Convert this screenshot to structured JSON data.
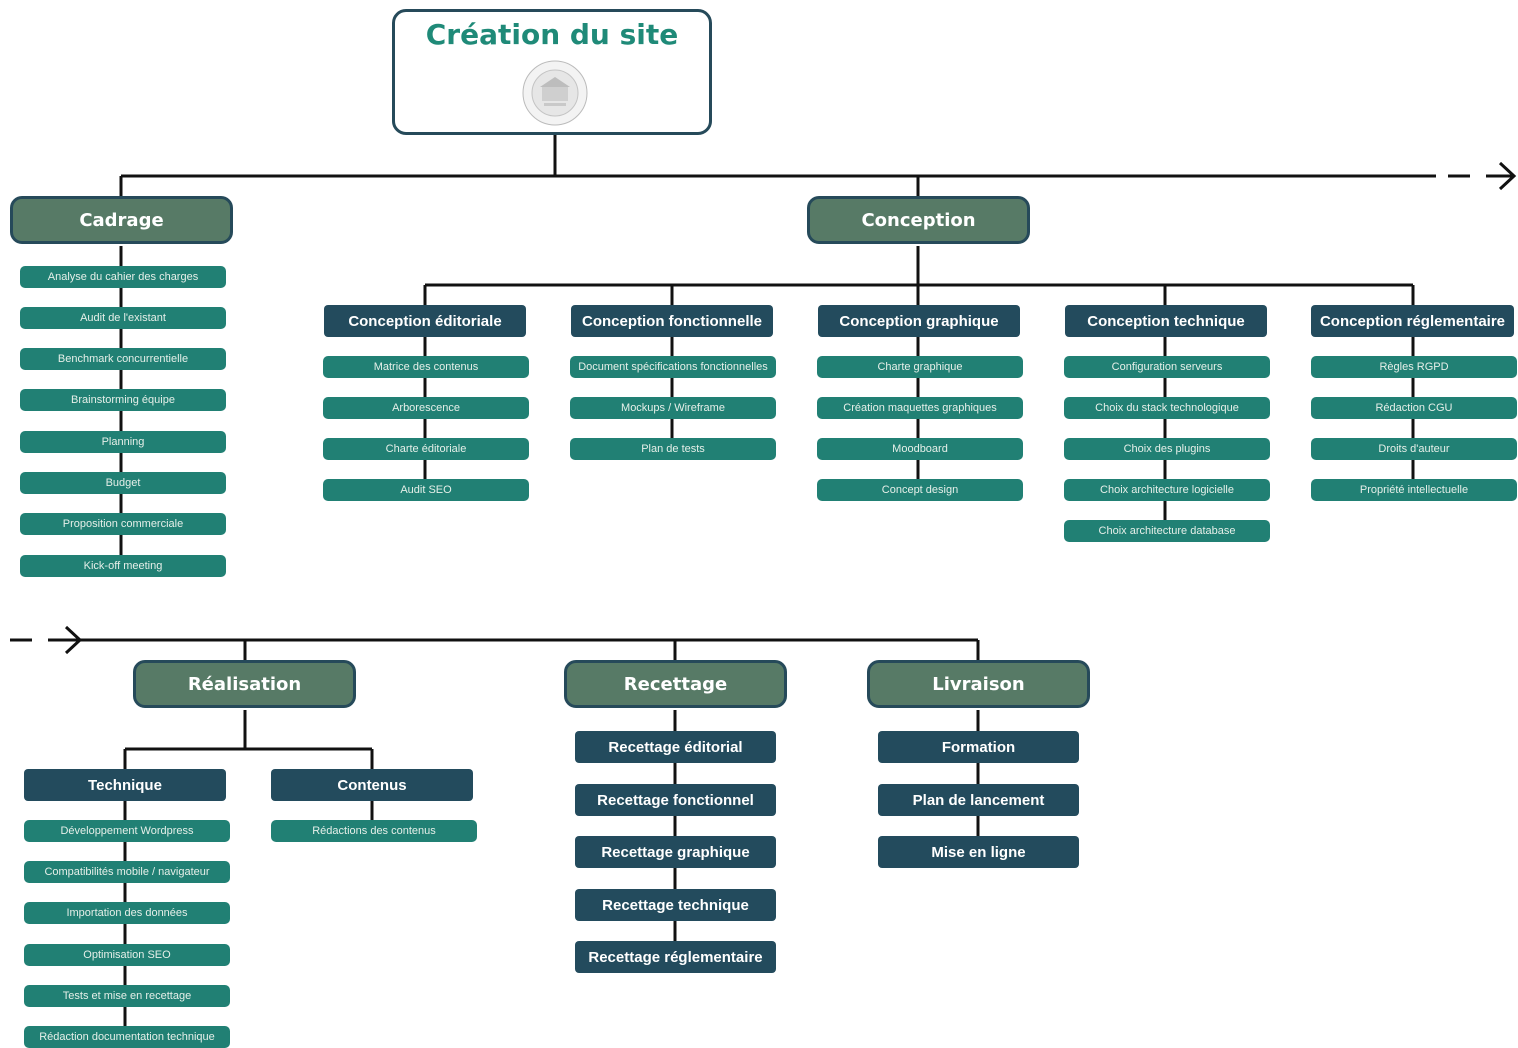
{
  "title": "Création du site",
  "colors": {
    "title": "#1f8a78",
    "phase": "#577a66",
    "subgroup": "#234b5d",
    "task": "#218074",
    "line": "#111111"
  },
  "cadrage": {
    "label": "Cadrage",
    "tasks": [
      "Analyse du cahier des charges",
      "Audit de l'existant",
      "Benchmark concurrentielle",
      "Brainstorming équipe",
      "Planning",
      "Budget",
      "Proposition commerciale",
      "Kick-off meeting"
    ]
  },
  "conception": {
    "label": "Conception",
    "groups": [
      {
        "label": "Conception éditoriale",
        "tasks": [
          "Matrice des contenus",
          "Arborescence",
          "Charte éditoriale",
          "Audit SEO"
        ]
      },
      {
        "label": "Conception fonctionnelle",
        "tasks": [
          "Document spécifications fonctionnelles",
          "Mockups / Wireframe",
          "Plan de tests"
        ]
      },
      {
        "label": "Conception graphique",
        "tasks": [
          "Charte graphique",
          "Création maquettes graphiques",
          "Moodboard",
          "Concept design"
        ]
      },
      {
        "label": "Conception technique",
        "tasks": [
          "Configuration serveurs",
          "Choix du stack technologique",
          "Choix des plugins",
          "Choix architecture logicielle",
          "Choix architecture database"
        ]
      },
      {
        "label": "Conception réglementaire",
        "tasks": [
          "Règles RGPD",
          "Rédaction CGU",
          "Droits d'auteur",
          "Propriété intellectuelle"
        ]
      }
    ]
  },
  "realisation": {
    "label": "Réalisation",
    "groups": [
      {
        "label": "Technique",
        "tasks": [
          "Développement Wordpress",
          "Compatibilités mobile / navigateur",
          "Importation des données",
          "Optimisation SEO",
          "Tests et mise en recettage",
          "Rédaction documentation technique"
        ]
      },
      {
        "label": "Contenus",
        "tasks": [
          "Rédactions des contenus"
        ]
      }
    ]
  },
  "recettage": {
    "label": "Recettage",
    "tasks": [
      "Recettage éditorial",
      "Recettage fonctionnel",
      "Recettage graphique",
      "Recettage technique",
      "Recettage réglementaire"
    ]
  },
  "livraison": {
    "label": "Livraison",
    "tasks": [
      "Formation",
      "Plan de lancement",
      "Mise en ligne"
    ]
  }
}
